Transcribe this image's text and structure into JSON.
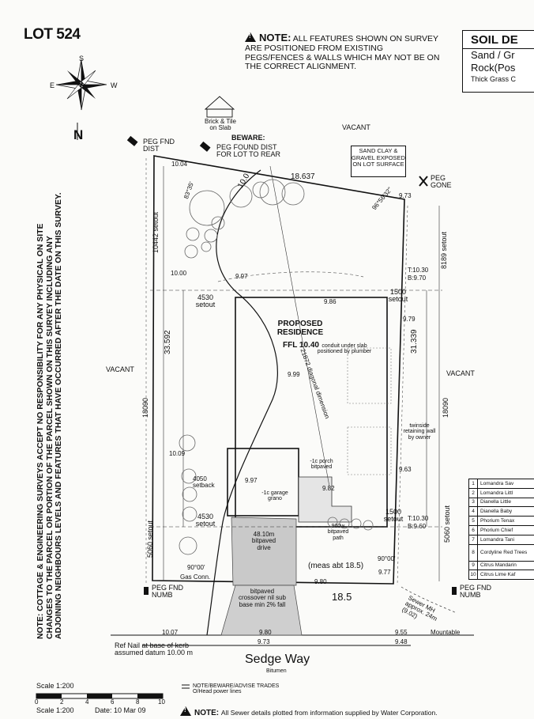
{
  "header": {
    "lot": "LOT 524",
    "note_label": "NOTE:",
    "note_text": "ALL FEATURES SHOWN ON SURVEY ARE POSITIONED FROM EXISTING PEGS/FENCES & WALLS WHICH MAY NOT BE ON THE CORRECT ALIGNMENT."
  },
  "soil": {
    "title": "SOIL DE",
    "line1": "Sand / Gr",
    "line2": "Rock(Pos",
    "line3": "Thick Grass C"
  },
  "compass": {
    "n": "N",
    "s": "S",
    "e": "E",
    "w": "W"
  },
  "neighbour": {
    "label": "Brick & Tile on Slab"
  },
  "pegs": {
    "top_left": "PEG FND DIST",
    "beware_label": "BEWARE:",
    "beware_text": "PEG FOUND DIST FOR LOT TO REAR",
    "top_right": "PEG GONE",
    "bottom_left": "PEG FND NUMB",
    "bottom_right": "PEG FND NUMB"
  },
  "sand_box": "SAND CLAY & GRAVEL EXPOSED ON LOT SURFACE",
  "vacant": {
    "top": "VACANT",
    "left": "VACANT",
    "right": "VACANT"
  },
  "dims": {
    "top_boundary": "18.637",
    "top_bearing": "83°35'",
    "tr_bearing": "96°56'32\"",
    "top_l_edge": "10.04",
    "top_rt_edge": "9.73",
    "left_total": "33.592",
    "right_total": "31.339",
    "rear_setout_left": "10442 setout",
    "rear_setout_right": "8189 setout",
    "mid_left": "18090",
    "mid_right": "18090",
    "front_setout_left": "5060 setout",
    "front_setout_right": "5060 setout",
    "side_setout_top": "4530 setout",
    "side_setout_bottom": "4530 setout",
    "right_setout_top": "1500 setout",
    "right_setout_bottom": "1500 setout",
    "house_top": "9.86",
    "house_left": "9.99",
    "house_right_up": "9.79",
    "house_right_low": "9.63",
    "garage_top": "9.97",
    "garage_porch": "9.82",
    "front_boundary": "18.5",
    "meas": "(meas abt 18.5)",
    "front_left_edge": "9.80",
    "front_right_edge": "9.77",
    "angle_front_left": "90°00'",
    "angle_front_right": "90°00'",
    "left_tl": "10.00",
    "left_mid_a": "10.09",
    "left_mid_b": "9.97",
    "drive_label": "bitpaved drive",
    "drive_area": "48.10m",
    "crossover": "bitpaved crossover nil sub base min 2% fall",
    "kerb_left": "10.07",
    "kerb_mid": "9.80",
    "road_mid": "9.73",
    "kerb_right": "9.55",
    "road_right": "9.48",
    "mountable": "Mountable",
    "sewer": "Sewer MH approx. 24m (9.02)",
    "t_top": "T:10.30",
    "b_top": "B:9.70",
    "t_bot": "T:10.30",
    "b_bot": "B:9.60",
    "diag": "21872 diagonal dimension",
    "setback": "4050 setback",
    "gas": "Gas Conn.",
    "contour": "10.0"
  },
  "residence": {
    "title": "PROPOSED RESIDENCE",
    "ffl": "FFL 10.40",
    "conduit": "conduit under slab positioned by plumber",
    "garage": "-1c garage grano",
    "porch": "-1c porch bitpaved",
    "path": "900w bitpaved path",
    "wall": "twinside retaining wall by owner"
  },
  "legend": [
    {
      "n": "1",
      "label": "Lomandra Sav"
    },
    {
      "n": "2",
      "label": "Lomandra Littl"
    },
    {
      "n": "3",
      "label": "Dianella Little"
    },
    {
      "n": "4",
      "label": "Dianella Baby"
    },
    {
      "n": "5",
      "label": "Phorium Tenax"
    },
    {
      "n": "6",
      "label": "Phorium Chief"
    },
    {
      "n": "7",
      "label": "Lomandra Tani"
    },
    {
      "n": "8",
      "label": "Cordyline Red Trees"
    },
    {
      "n": "9",
      "label": "Citrus Mandarin"
    },
    {
      "n": "10",
      "label": "Citrus Lime Kaf"
    }
  ],
  "road": {
    "name": "Sedge Way",
    "surface": "Bitumen",
    "ref": "Ref Nail at base of kerb assumed datum 10.00 m"
  },
  "disclaimer": "NOTE: COTTAGE & ENGINEERING SURVEYS ACCEPT NO RESPONSIBILITY FOR ANY PHYSICAL ON SITE CHANGES TO THE PARCEL OR PORTION OF THE PARCEL SHOWN ON THIS SURVEY INCLUDING ANY ADJOINING NEIGHBOURS LEVELS AND FEATURES THAT HAVE OCCURRED AFTER THE DATE ON THIS SURVEY.",
  "footer": {
    "scale": "Scale 1:200",
    "scale_ticks": [
      "0",
      "2",
      "4",
      "6",
      "8",
      "10"
    ],
    "scale2": "Scale 1:200",
    "date": "Date: 10 Mar 09",
    "power_note": "NOTE/BEWARE/ADVISE TRADES O/Head power lines",
    "sewer_note_label": "NOTE:",
    "sewer_note": "All Sewer details plotted from information supplied by Water Corporation."
  }
}
